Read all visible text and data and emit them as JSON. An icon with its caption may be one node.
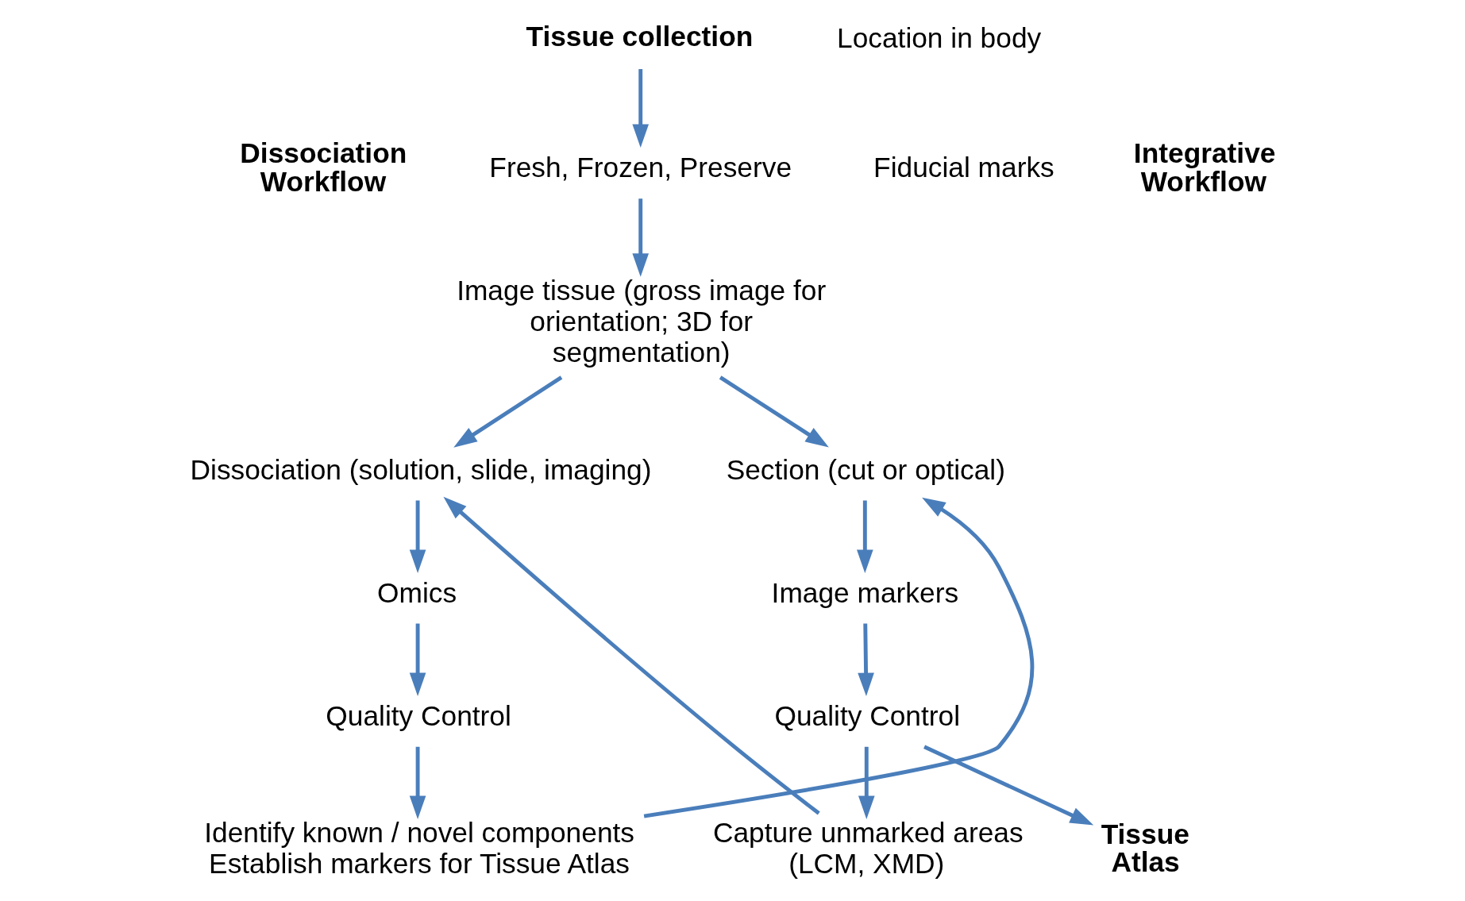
{
  "diagram": {
    "nodes": [
      {
        "text": [
          "Tissue collection"
        ],
        "beside": [
          "Location in body"
        ]
      },
      {
        "text": [
          "Fresh, Frozen, Preserve"
        ],
        "beside": [
          "Fiducial marks"
        ]
      },
      {
        "text": [
          "Image tissue (gross image for orientation; 3D for segmentation)"
        ]
      },
      {
        "text": [
          "Dissociation (solution, slide, imaging)"
        ]
      },
      {
        "text": [
          "Section (cut or optical)"
        ]
      },
      {
        "text": [
          "Omics"
        ]
      },
      {
        "text": [
          "Image markers"
        ]
      },
      {
        "text": [
          "Quality Control"
        ]
      },
      {
        "text": [
          "Quality Control"
        ]
      },
      {
        "text": [
          "Identify known / novel components",
          "Establish markers for Tissue Atlas"
        ]
      },
      {
        "text": [
          "Capture unmarked areas (LCM, XMD)"
        ]
      },
      {
        "text": [
          "Tissue Atlas"
        ]
      }
    ],
    "edges": [
      {
        "from": 0,
        "to": 1,
        "arrow": "to"
      },
      {
        "from": 1,
        "to": 2,
        "arrow": "to"
      },
      {
        "from": 2,
        "to": 3,
        "arrow": "to"
      },
      {
        "from": 2,
        "to": 4,
        "arrow": "to"
      },
      {
        "from": 3,
        "to": 5,
        "arrow": "to"
      },
      {
        "from": 5,
        "to": 7,
        "arrow": "to"
      },
      {
        "from": 7,
        "to": 9,
        "arrow": "to"
      },
      {
        "from": 4,
        "to": 6,
        "arrow": "to"
      },
      {
        "from": 6,
        "to": 8,
        "arrow": "to"
      },
      {
        "from": 8,
        "to": 10,
        "arrow": "to"
      },
      {
        "from": 8,
        "to": 11,
        "arrow": "to"
      },
      {
        "from": 9,
        "to": 4,
        "arrow": "to"
      },
      {
        "from": 10,
        "to": 3,
        "arrow": "to"
      }
    ],
    "labels": [
      "Dissociation Workflow",
      "Integrative Workflow"
    ]
  }
}
